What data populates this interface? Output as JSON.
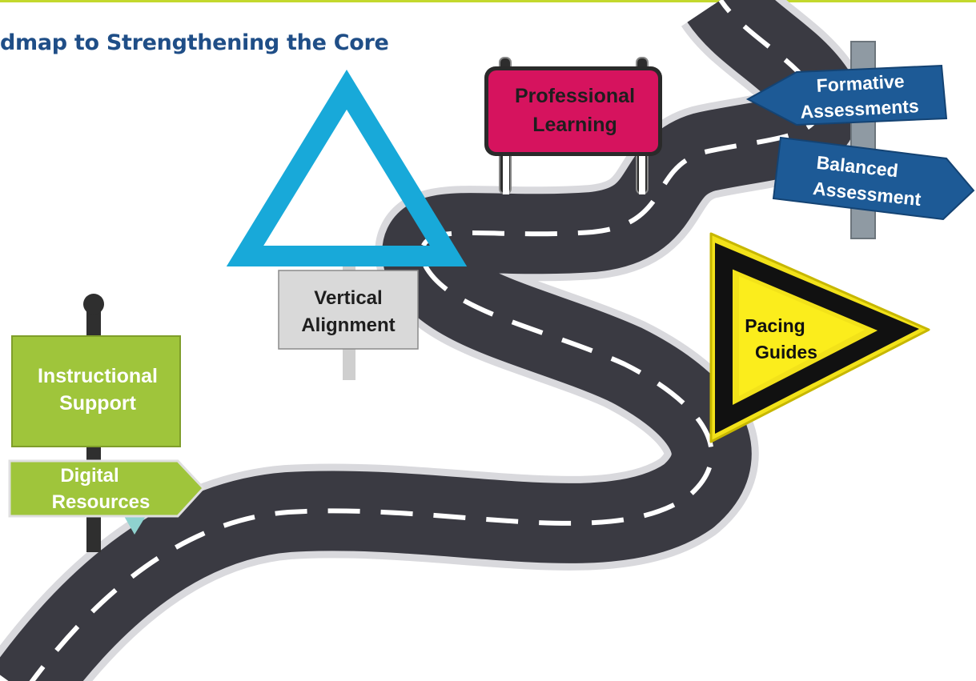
{
  "page": {
    "title": "dmap to Strengthening the Core"
  },
  "colors": {
    "accent_rule": "#c3d82d",
    "title": "#1f4e87",
    "road": "#3a3a42",
    "road_shoulder": "#d9d9dd",
    "lane_marking": "#ffffff",
    "professional_learning_sign": "#d6135e",
    "vertical_alignment_triangle": "#18a9d9",
    "vertical_alignment_plate": "#d9d9d9",
    "pacing_guides_sign": "#fbed1c",
    "instructional_support_sign": "#9fc53b",
    "assessment_arrows": "#1d5a96"
  },
  "signs": {
    "instructional_support": {
      "lines": [
        "Instructional",
        "Support"
      ],
      "icon": "rectangle-sign"
    },
    "digital_resources": {
      "lines": [
        "Digital",
        "Resources"
      ],
      "icon": "arrow-sign-right"
    },
    "vertical_alignment": {
      "lines": [
        "Vertical",
        "Alignment"
      ],
      "icon": "triangle-warning-sign"
    },
    "professional_learning": {
      "lines": [
        "Professional",
        "Learning"
      ],
      "icon": "billboard-sign"
    },
    "pacing_guides": {
      "lines": [
        "Pacing",
        "Guides"
      ],
      "icon": "triangle-arrow-sign"
    },
    "formative_assessments": {
      "lines": [
        "Formative",
        "Assessments"
      ],
      "icon": "arrow-sign-left"
    },
    "balanced_assessment": {
      "lines": [
        "Balanced",
        "Assessment"
      ],
      "icon": "arrow-sign-right"
    }
  }
}
